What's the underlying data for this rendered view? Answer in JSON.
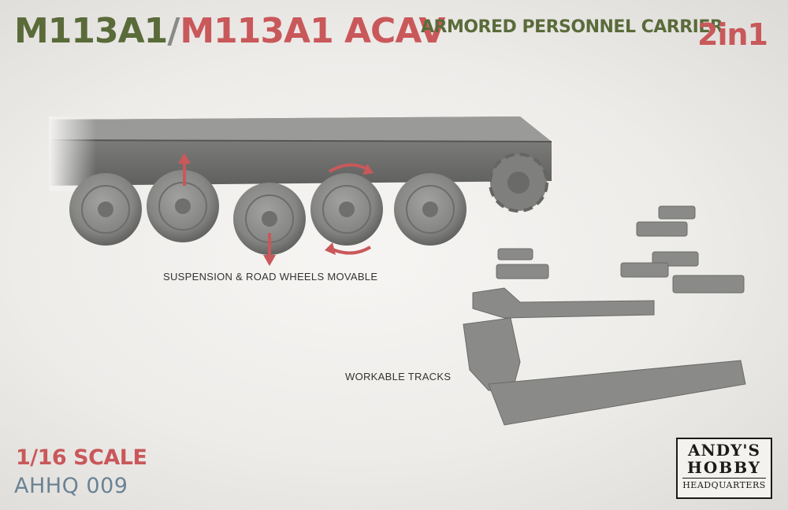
{
  "title": {
    "part1": "M113A1",
    "slash": "/",
    "part2": "M113A1 ACAV",
    "subtitle": "ARMORED PERSONNEL CARRIER",
    "badge": "2in1"
  },
  "captions": {
    "suspension": "SUSPENSION & ROAD WHEELS MOVABLE",
    "tracks": "WORKABLE TRACKS"
  },
  "kit": {
    "scale": "1/16 SCALE",
    "code": "AHHQ 009"
  },
  "logo": {
    "line1": "ANDY'S",
    "line2": "HOBBY",
    "line3": "HEADQUARTERS"
  },
  "colors": {
    "green": "#5a6b3a",
    "red": "#c9585a",
    "model_grey": "#7c7d7b",
    "code_blue": "#6a8394"
  }
}
